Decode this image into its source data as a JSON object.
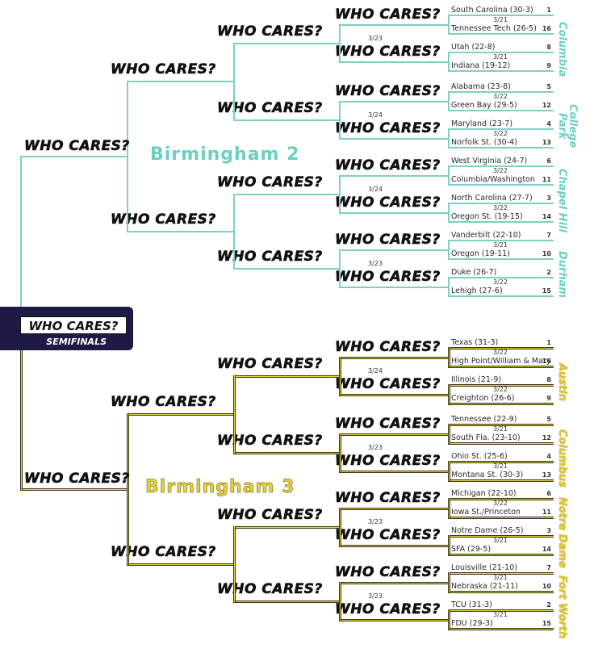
{
  "top_half": {
    "region": "Birmingham 2",
    "pods": [
      {
        "site": "Columbia",
        "games": [
          {
            "date": "3/21",
            "teams": [
              {
                "name": "South Carolina (30-3)",
                "seed": "1"
              },
              {
                "name": "Tennessee Tech (26-5)",
                "seed": "16"
              }
            ]
          },
          {
            "date": "3/21",
            "teams": [
              {
                "name": "Utah (22-8)",
                "seed": "8"
              },
              {
                "name": "Indiana (19-12)",
                "seed": "9"
              }
            ]
          }
        ],
        "second_round_date": "3/23"
      },
      {
        "site": "College Park",
        "games": [
          {
            "date": "3/22",
            "teams": [
              {
                "name": "Alabama (23-8)",
                "seed": "5"
              },
              {
                "name": "Green Bay (29-5)",
                "seed": "12"
              }
            ]
          },
          {
            "date": "3/22",
            "teams": [
              {
                "name": "Maryland (23-7)",
                "seed": "4"
              },
              {
                "name": "Norfolk St. (30-4)",
                "seed": "13"
              }
            ]
          }
        ],
        "second_round_date": "3/24"
      },
      {
        "site": "Chapel Hill",
        "games": [
          {
            "date": "3/22",
            "teams": [
              {
                "name": "West Virginia (24-7)",
                "seed": "6"
              },
              {
                "name": "Columbia/Washington",
                "seed": "11"
              }
            ]
          },
          {
            "date": "3/22",
            "teams": [
              {
                "name": "North Carolina (27-7)",
                "seed": "3"
              },
              {
                "name": "Oregon St. (19-15)",
                "seed": "14"
              }
            ]
          }
        ],
        "second_round_date": "3/24"
      },
      {
        "site": "Durham",
        "games": [
          {
            "date": "3/21",
            "teams": [
              {
                "name": "Vanderbilt (22-10)",
                "seed": "7"
              },
              {
                "name": "Oregon (19-11)",
                "seed": "10"
              }
            ]
          },
          {
            "date": "3/22",
            "teams": [
              {
                "name": "Duke (26-7)",
                "seed": "2"
              },
              {
                "name": "Lehigh (27-6)",
                "seed": "15"
              }
            ]
          }
        ],
        "second_round_date": "3/23"
      }
    ]
  },
  "bottom_half": {
    "region": "Birmingham 3",
    "pods": [
      {
        "site": "Austin",
        "games": [
          {
            "date": "3/22",
            "teams": [
              {
                "name": "Texas (31-3)",
                "seed": "1"
              },
              {
                "name": "High Point/William & Mary",
                "seed": "16"
              }
            ]
          },
          {
            "date": "3/22",
            "teams": [
              {
                "name": "Illinois (21-9)",
                "seed": "8"
              },
              {
                "name": "Creighton (26-6)",
                "seed": "9"
              }
            ]
          }
        ],
        "second_round_date": "3/24"
      },
      {
        "site": "Columbus",
        "games": [
          {
            "date": "3/21",
            "teams": [
              {
                "name": "Tennessee (22-9)",
                "seed": "5"
              },
              {
                "name": "South Fla. (23-10)",
                "seed": "12"
              }
            ]
          },
          {
            "date": "3/21",
            "teams": [
              {
                "name": "Ohio St. (25-6)",
                "seed": "4"
              },
              {
                "name": "Montana St. (30-3)",
                "seed": "13"
              }
            ]
          }
        ],
        "second_round_date": "3/23"
      },
      {
        "site": "Notre Dame",
        "games": [
          {
            "date": "3/22",
            "teams": [
              {
                "name": "Michigan (22-10)",
                "seed": "6"
              },
              {
                "name": "Iowa St./Princeton",
                "seed": "11"
              }
            ]
          },
          {
            "date": "3/21",
            "teams": [
              {
                "name": "Notre Dame (26-5)",
                "seed": "3"
              },
              {
                "name": "SFA (29-5)",
                "seed": "14"
              }
            ]
          }
        ],
        "second_round_date": "3/23"
      },
      {
        "site": "Fort Worth",
        "games": [
          {
            "date": "3/21",
            "teams": [
              {
                "name": "Louisville (21-10)",
                "seed": "7"
              },
              {
                "name": "Nebraska (21-11)",
                "seed": "10"
              }
            ]
          },
          {
            "date": "3/21",
            "teams": [
              {
                "name": "TCU (31-3)",
                "seed": "2"
              },
              {
                "name": "FDU (29-3)",
                "seed": "15"
              }
            ]
          }
        ],
        "second_round_date": "3/23"
      }
    ]
  },
  "winner_placeholder": "WHO CARES?",
  "semifinals": {
    "label": "WHO CARES?",
    "sub_label": "SEMIFINALS"
  }
}
